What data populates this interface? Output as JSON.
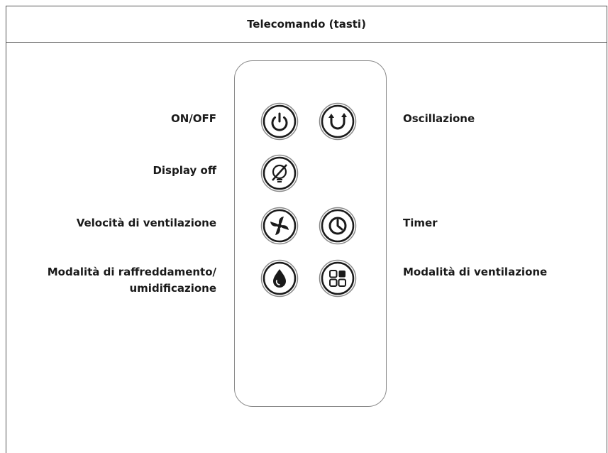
{
  "header": {
    "title": "Telecomando (tasti)"
  },
  "labels": {
    "on_off": "ON/OFF",
    "oscillation": "Oscillazione",
    "display_off": "Display off",
    "fan_speed": "Velocità di ventilazione",
    "timer": "Timer",
    "cooling_humidification_line1": "Modalità di raffreddamento/",
    "cooling_humidification_line2": "umidificazione",
    "fan_mode": "Modalità di ventilazione"
  },
  "buttons": [
    {
      "function": "on_off",
      "icon": "power-icon"
    },
    {
      "function": "oscillation",
      "icon": "oscillation-icon"
    },
    {
      "function": "display_off",
      "icon": "display-off-icon"
    },
    {
      "function": "fan_speed",
      "icon": "fan-icon"
    },
    {
      "function": "timer",
      "icon": "timer-icon"
    },
    {
      "function": "cooling_humidification",
      "icon": "water-drop-icon"
    },
    {
      "function": "fan_mode",
      "icon": "mode-grid-icon"
    }
  ],
  "colors": {
    "button_outline": "#1a1a1a",
    "button_ring": "#8a8a8a",
    "remote_outline": "#8a8a8a",
    "text": "#1a1a1a"
  }
}
